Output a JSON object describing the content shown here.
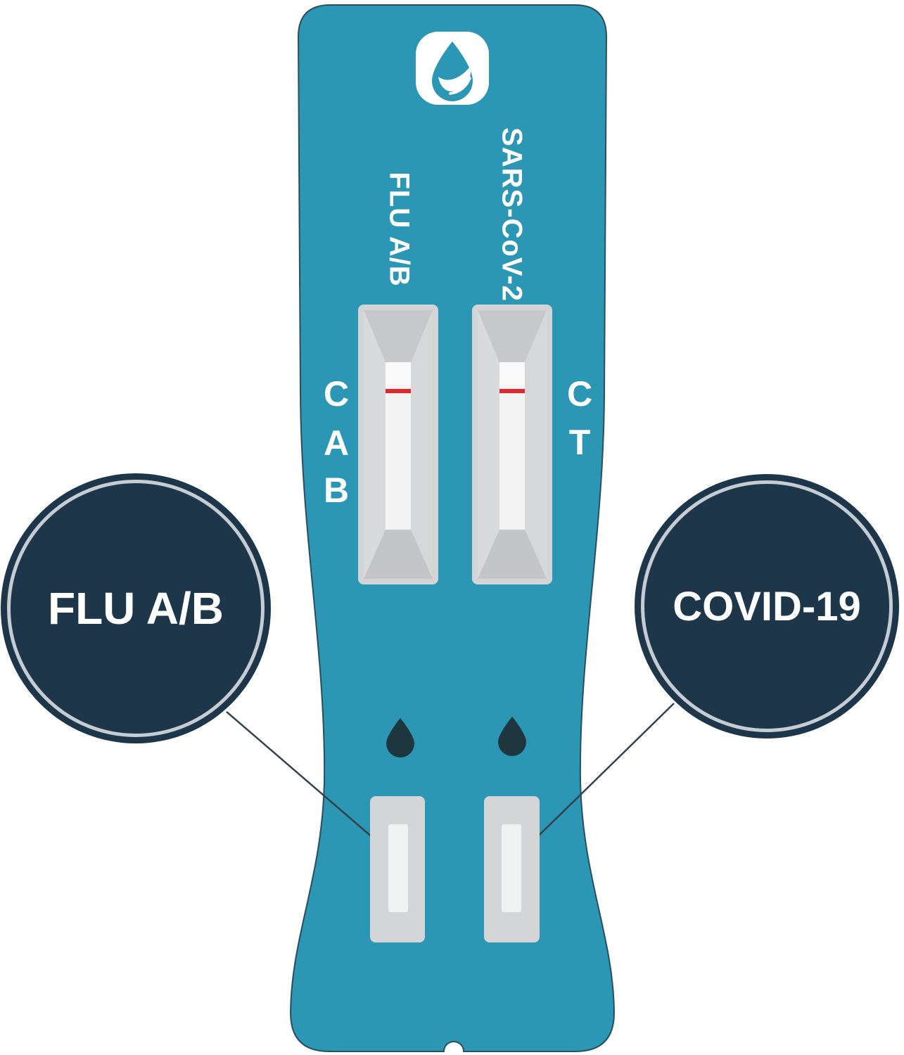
{
  "device": {
    "type_illustration": "dual rapid antigen test cassette",
    "brand_logo_icon": "water-drop-logo-icon",
    "labels": {
      "flu": "FLU A/B",
      "sars": "SARS-CoV-2"
    },
    "flu_markers": [
      "C",
      "A",
      "B"
    ],
    "covid_markers": [
      "C",
      "T"
    ],
    "result_line_icon": "red-control-line",
    "sample_drop_icon": "drop-icon"
  },
  "callouts": {
    "flu": {
      "label": "FLU A/B"
    },
    "covid": {
      "label": "COVID-19"
    }
  },
  "colors": {
    "cassette_teal": "#2b97b4",
    "cassette_outline": "#1d3a49",
    "circle_navy": "#1e3649",
    "circle_ring": "#c6ccd3",
    "window_frame_gray": "#d3d4d6",
    "window_bevel_gray": "#c7c8ca",
    "strip_white": "#f4f4f5",
    "control_line_red": "#e2262c",
    "well_gray": "#d4d5d6",
    "well_inner": "#f0f1f1",
    "drop_dark": "#1e363d",
    "text_white": "#ffffff"
  }
}
